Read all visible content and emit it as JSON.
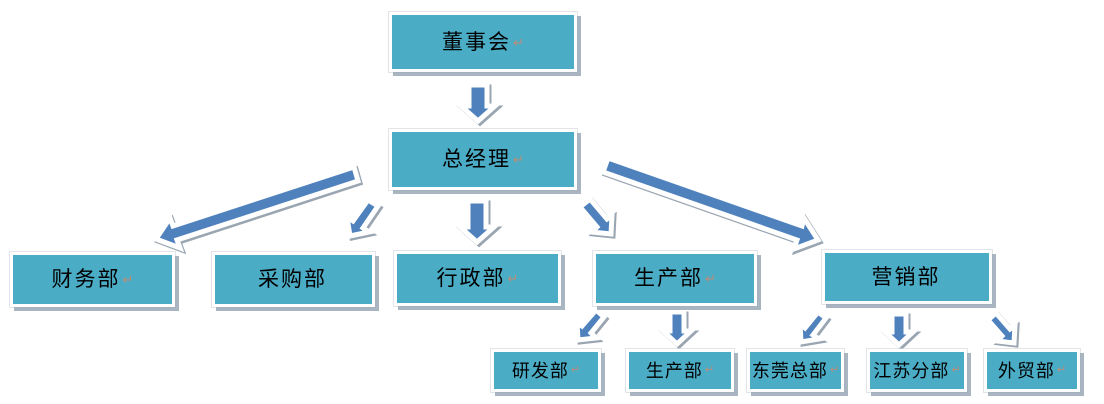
{
  "colors": {
    "node_fill": "#4BACC6",
    "node_border": "#FFFFFF",
    "node_shadow": "#9AA8B5",
    "arrow_fill": "#4F81BD",
    "arrow_outline": "#FFFFFF",
    "text": "#000000",
    "return_mark": "#BD8D77"
  },
  "nodes": {
    "board": {
      "label": "董事会",
      "mark": "↵"
    },
    "gm": {
      "label": "总经理",
      "mark": "↵"
    },
    "finance": {
      "label": "财务部",
      "mark": "↵"
    },
    "purchasing": {
      "label": "采购部",
      "mark": ""
    },
    "admin": {
      "label": "行政部",
      "mark": "↵"
    },
    "production": {
      "label": "生产部",
      "mark": "↵"
    },
    "marketing": {
      "label": "营销部",
      "mark": ""
    },
    "rd": {
      "label": "研发部",
      "mark": "↵"
    },
    "production2": {
      "label": "生产部",
      "mark": "↵"
    },
    "dongguan": {
      "label": "东莞总部",
      "mark": "↵"
    },
    "jiangsu": {
      "label": "江苏分部",
      "mark": "↵"
    },
    "foreign": {
      "label": "外贸部",
      "mark": "↵"
    }
  },
  "edges": [
    {
      "from": "board",
      "to": "gm"
    },
    {
      "from": "gm",
      "to": "finance"
    },
    {
      "from": "gm",
      "to": "purchasing"
    },
    {
      "from": "gm",
      "to": "admin"
    },
    {
      "from": "gm",
      "to": "production"
    },
    {
      "from": "gm",
      "to": "marketing"
    },
    {
      "from": "production",
      "to": "rd"
    },
    {
      "from": "production",
      "to": "production2"
    },
    {
      "from": "marketing",
      "to": "dongguan"
    },
    {
      "from": "marketing",
      "to": "jiangsu"
    },
    {
      "from": "marketing",
      "to": "foreign"
    }
  ]
}
